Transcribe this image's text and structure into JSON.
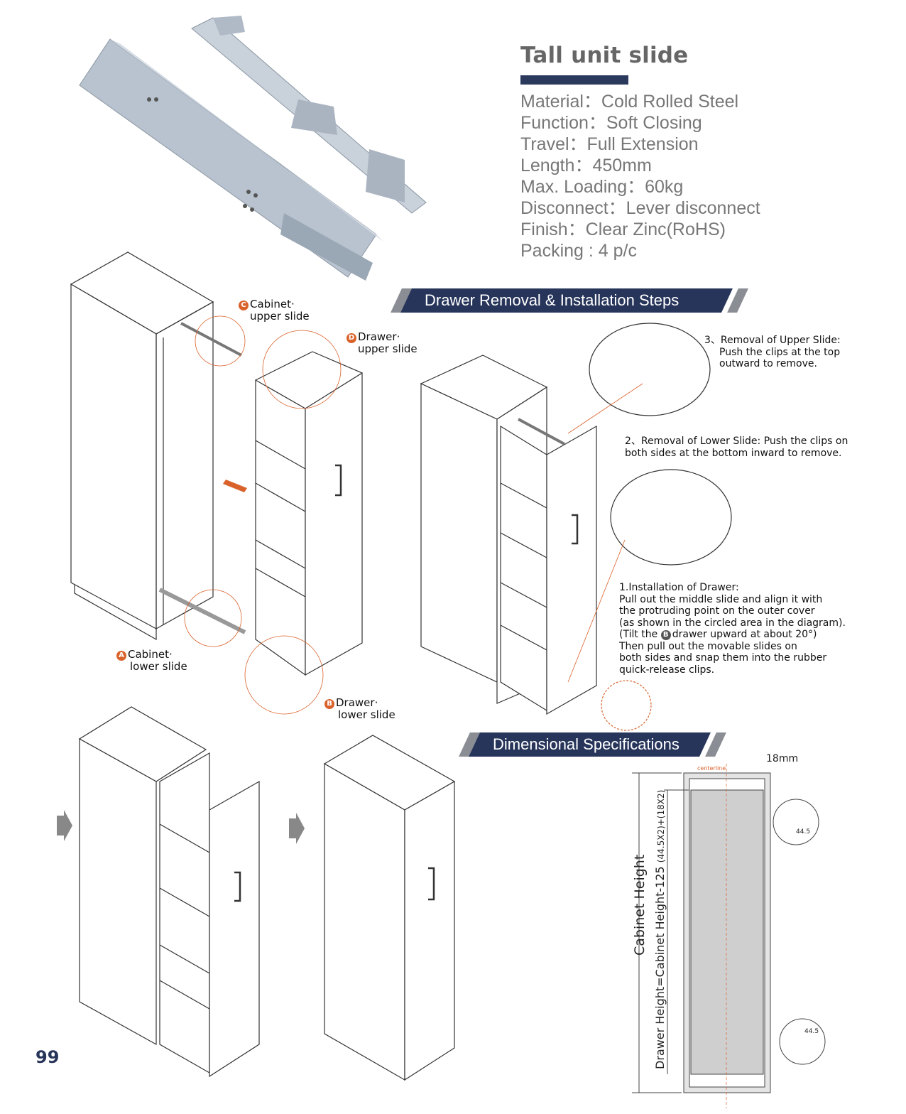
{
  "product": {
    "title": "Tall unit slide",
    "specs": [
      "Material：Cold Rolled Steel",
      "Function：Soft Closing",
      "Travel：Full Extension",
      "Length：450mm",
      "Max. Loading：60kg",
      "Disconnect：Lever disconnect",
      "Finish：Clear Zinc(RoHS)",
      "Packing : 4 p/c"
    ]
  },
  "sections": {
    "steps_title": "Drawer Removal & Installation Steps",
    "dims_title": "Dimensional Specifications"
  },
  "labels": {
    "c": {
      "letter": "C",
      "line1": "Cabinet·",
      "line2": "upper slide"
    },
    "d": {
      "letter": "D",
      "line1": "Drawer·",
      "line2": "upper slide"
    },
    "a": {
      "letter": "A",
      "line1": "Cabinet·",
      "line2": "lower slide"
    },
    "b": {
      "letter": "B",
      "line1": "Drawer·",
      "line2": "lower slide"
    }
  },
  "steps": {
    "step3": [
      "3、Removal of Upper Slide:",
      "Push the clips at the top",
      "outward to remove."
    ],
    "step2": [
      "2、Removal of Lower Slide: Push the clips on",
      "both sides at the bottom inward to remove."
    ],
    "step1": {
      "l1": "1.Installation of Drawer:",
      "l2": "Pull out the middle slide and align it with",
      "l3": "the protruding point on the outer cover",
      "l4": "(as shown in the circled area in the diagram).",
      "l5a": "(Tilt the",
      "l5b": "B",
      "l5c": "drawer upward at about 20°)",
      "l6": "Then pull out the movable slides on",
      "l7": "both sides and snap them into the rubber",
      "l8": "quick-release clips."
    }
  },
  "dimensions": {
    "thickness": "18mm",
    "centerline": "centerline",
    "gap_top": "44.5",
    "gap_bottom": "44.5",
    "cabinet_height": "Cabinet Height",
    "drawer_height": "Drawer Height=Cabinet Height-125",
    "drawer_height_note": "(44.5X2)+(18X2)"
  },
  "page_number": "99",
  "colors": {
    "navy": "#27355a",
    "accent": "#d9622b"
  }
}
